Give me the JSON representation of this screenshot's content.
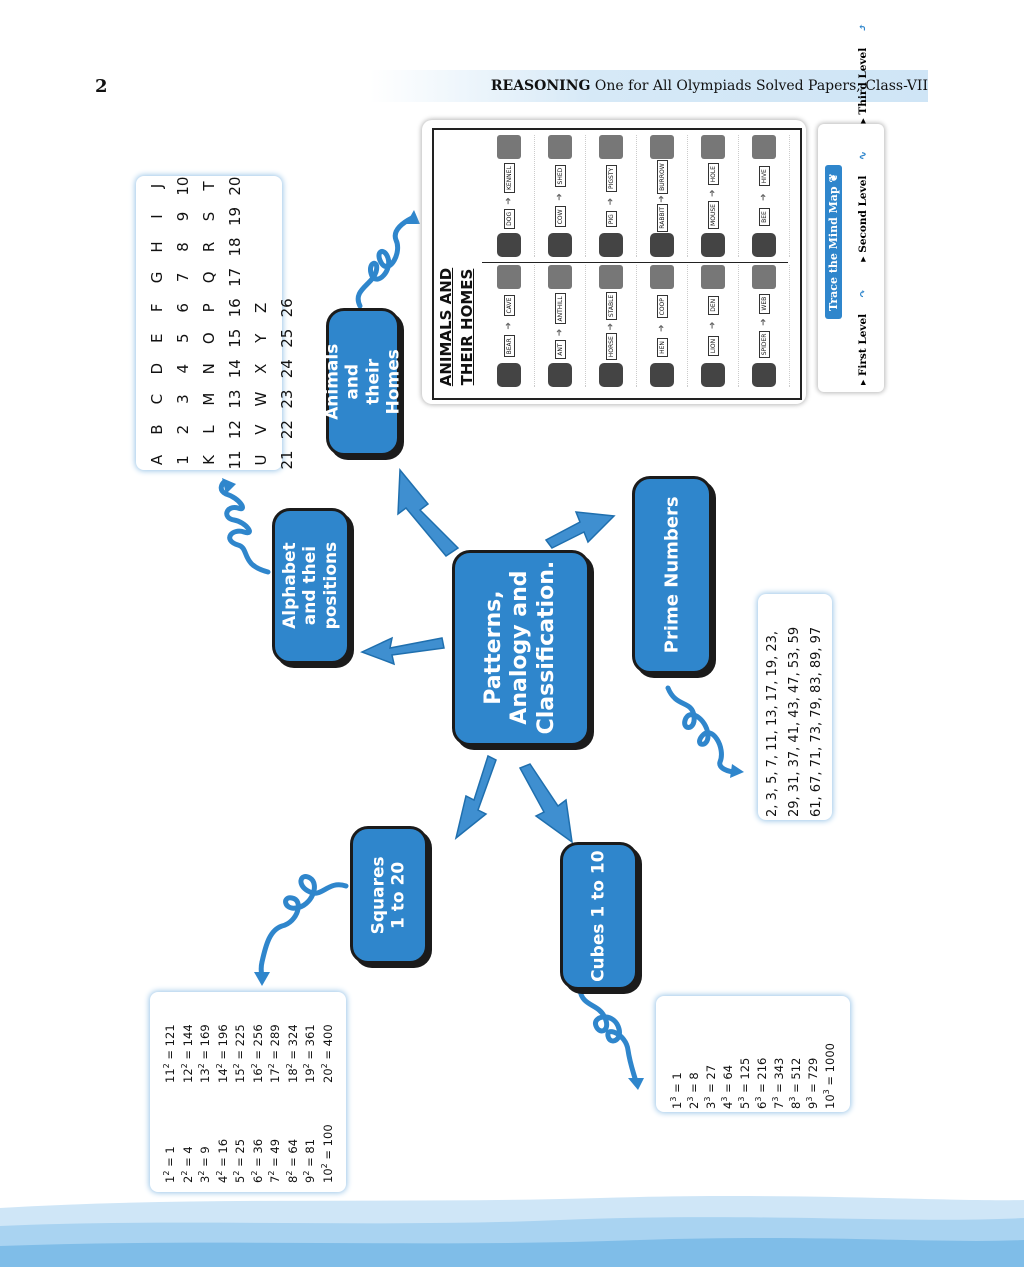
{
  "header": {
    "page_number": "2",
    "subject": "REASONING",
    "title": "One for All Olympiads Solved Papers, Class-VII"
  },
  "center_node": "Patterns, Analogy and Classification.",
  "nodes": {
    "alphabet": "Alphabet and thei positions",
    "animals": "Animals and their Homes",
    "primes": "Prime Numbers",
    "squares": "Squares 1 to 20",
    "cubes": "Cubes 1 to 10"
  },
  "alphabet_rows": [
    [
      "A",
      "B",
      "C",
      "D",
      "E",
      "F",
      "G",
      "H",
      "I",
      "J"
    ],
    [
      "1",
      "2",
      "3",
      "4",
      "5",
      "6",
      "7",
      "8",
      "9",
      "10"
    ],
    [
      "K",
      "L",
      "M",
      "N",
      "O",
      "P",
      "Q",
      "R",
      "S",
      "T"
    ],
    [
      "11",
      "12",
      "13",
      "14",
      "15",
      "16",
      "17",
      "18",
      "19",
      "20"
    ],
    [
      "U",
      "V",
      "W",
      "X",
      "Y",
      "Z",
      "",
      "",
      "",
      ""
    ],
    [
      "21",
      "22",
      "23",
      "24",
      "25",
      "26",
      "",
      "",
      "",
      ""
    ]
  ],
  "prime_lines": [
    "2, 3, 5, 7, 11, 13, 17, 19, 23,",
    "29, 31, 37, 41, 43, 47, 53, 59",
    "61, 67, 71, 73, 79, 83, 89, 97"
  ],
  "squares_left": [
    {
      "b": "1",
      "v": "1"
    },
    {
      "b": "2",
      "v": "4"
    },
    {
      "b": "3",
      "v": "9"
    },
    {
      "b": "4",
      "v": "16"
    },
    {
      "b": "5",
      "v": "25"
    },
    {
      "b": "6",
      "v": "36"
    },
    {
      "b": "7",
      "v": "49"
    },
    {
      "b": "8",
      "v": "64"
    },
    {
      "b": "9",
      "v": "81"
    },
    {
      "b": "10",
      "v": "100"
    }
  ],
  "squares_right": [
    {
      "b": "11",
      "v": "121"
    },
    {
      "b": "12",
      "v": "144"
    },
    {
      "b": "13",
      "v": "169"
    },
    {
      "b": "14",
      "v": "196"
    },
    {
      "b": "15",
      "v": "225"
    },
    {
      "b": "16",
      "v": "256"
    },
    {
      "b": "17",
      "v": "289"
    },
    {
      "b": "18",
      "v": "324"
    },
    {
      "b": "19",
      "v": "361"
    },
    {
      "b": "20",
      "v": "400"
    }
  ],
  "cubes": [
    {
      "b": "1",
      "v": "1"
    },
    {
      "b": "2",
      "v": "8"
    },
    {
      "b": "3",
      "v": "27"
    },
    {
      "b": "4",
      "v": "64"
    },
    {
      "b": "5",
      "v": "125"
    },
    {
      "b": "6",
      "v": "216"
    },
    {
      "b": "7",
      "v": "343"
    },
    {
      "b": "8",
      "v": "512"
    },
    {
      "b": "9",
      "v": "729"
    },
    {
      "b": "10",
      "v": "1000"
    }
  ],
  "animals_card": {
    "title_line1": "ANIMALS AND",
    "title_line2": "THEIR HOMES",
    "left": [
      {
        "animal": "BEAR",
        "home": "CAVE"
      },
      {
        "animal": "ANT",
        "home": "ANTHILL"
      },
      {
        "animal": "HORSE",
        "home": "STABLE"
      },
      {
        "animal": "HEN",
        "home": "COOP"
      },
      {
        "animal": "LION",
        "home": "DEN"
      },
      {
        "animal": "SPIDER",
        "home": "WEB"
      }
    ],
    "right": [
      {
        "animal": "DOG",
        "home": "KENNEL"
      },
      {
        "animal": "COW",
        "home": "SHED"
      },
      {
        "animal": "PIG",
        "home": "PIGSTY"
      },
      {
        "animal": "RABBIT",
        "home": "BURROW"
      },
      {
        "animal": "MOUSE",
        "home": "HOLE"
      },
      {
        "animal": "BEE",
        "home": "HIVE"
      }
    ]
  },
  "trace_legend": {
    "title": "Trace the Mind Map",
    "levels": [
      "First Level",
      "Second Level",
      "Third Level"
    ]
  },
  "colors": {
    "node_blue": "#2f86cc",
    "arrow_blue": "#2f86cc",
    "outline": "#1b1b1b"
  }
}
